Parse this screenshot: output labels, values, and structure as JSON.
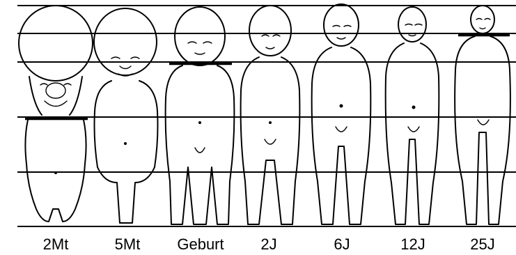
{
  "figures": [
    {
      "label": "2Mt"
    },
    {
      "label": "5Mt"
    },
    {
      "label": "Geburt"
    },
    {
      "label": "2J"
    },
    {
      "label": "6J"
    },
    {
      "label": "12J"
    },
    {
      "label": "25J"
    }
  ]
}
